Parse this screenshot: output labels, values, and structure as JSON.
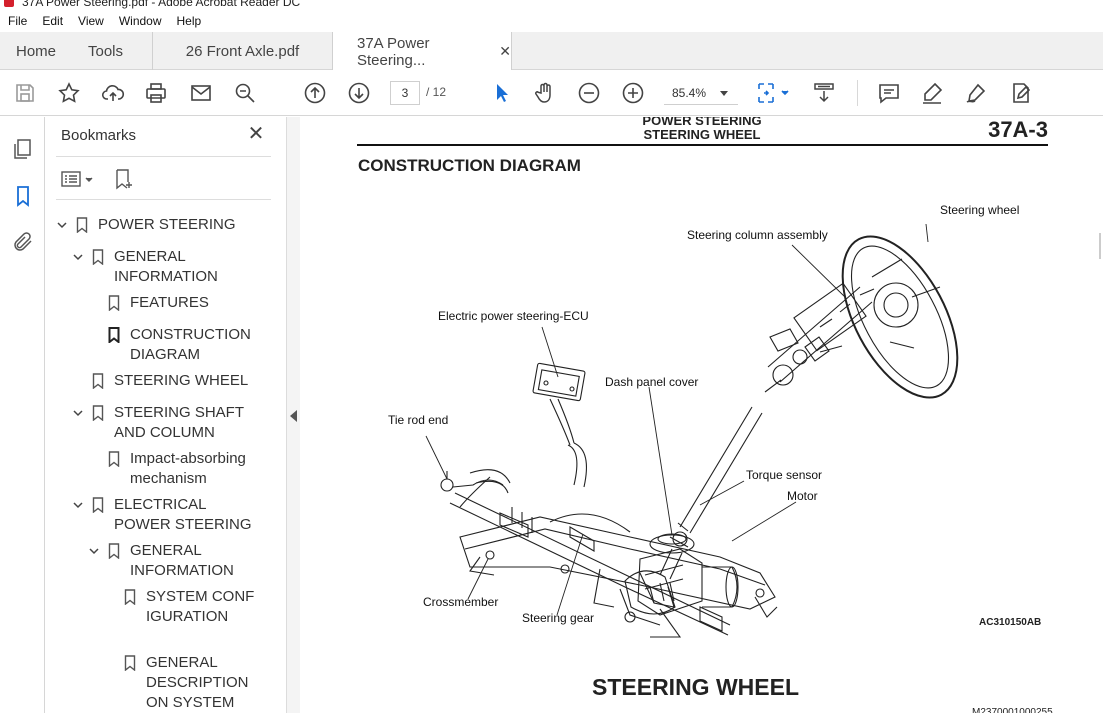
{
  "window": {
    "title": "37A Power Steering.pdf - Adobe Acrobat Reader DC"
  },
  "menu": [
    "File",
    "Edit",
    "View",
    "Window",
    "Help"
  ],
  "tabs": {
    "home": "Home",
    "tools": "Tools",
    "doc1": "26 Front Axle.pdf",
    "doc2": "37A Power Steering...",
    "close": "✕"
  },
  "toolbar": {
    "page_current": "3",
    "page_total": "/ 12",
    "zoom": "85.4%"
  },
  "bookmarks": {
    "title": "Bookmarks",
    "close": "✕",
    "items": [
      {
        "label": "POWER STEERING"
      },
      {
        "label": "GENERAL INFORMATION"
      },
      {
        "label": "FEATURES"
      },
      {
        "label": "CONSTRUCTION DIAGRAM"
      },
      {
        "label": "STEERING WHEEL"
      },
      {
        "label": "STEERING SHAFT AND COLUMN"
      },
      {
        "label": "Impact-absorbing mechanism"
      },
      {
        "label": "ELECTRICAL POWER STEERING"
      },
      {
        "label": "GENERAL INFORMATION"
      },
      {
        "label": "SYSTEM CONFIGURATION"
      },
      {
        "label": "GENERAL DESCRIPTION ON SYSTEM"
      }
    ]
  },
  "document": {
    "section_line1": "POWER STEERING",
    "section_line2": "STEERING WHEEL",
    "page_number": "37A-3",
    "heading": "CONSTRUCTION DIAGRAM",
    "callouts": {
      "steering_wheel": "Steering wheel",
      "column_assembly": "Steering column assembly",
      "ecu": "Electric power steering-ECU",
      "dash_cover": "Dash panel cover",
      "tie_rod": "Tie rod end",
      "torque_sensor": "Torque sensor",
      "motor": "Motor",
      "crossmember": "Crossmember",
      "steering_gear": "Steering gear"
    },
    "figure_id": "AC310150AB",
    "section_title": "STEERING WHEEL",
    "footer_id": "M2370001000255"
  }
}
